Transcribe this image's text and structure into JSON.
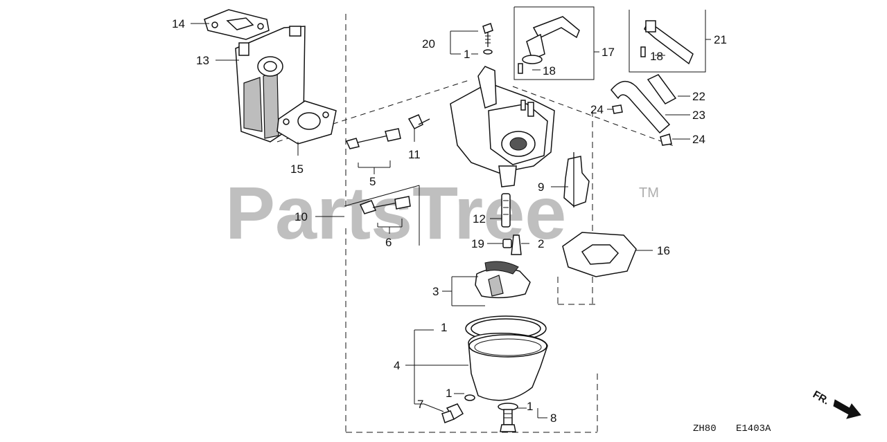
{
  "watermark": {
    "text": "PartsTree",
    "trademark": "TM"
  },
  "callouts": {
    "c14": "14",
    "c13": "13",
    "c15": "15",
    "c20": "20",
    "c1a": "1",
    "c17": "17",
    "c18a": "18",
    "c21": "21",
    "c18b": "18",
    "c22": "22",
    "c23": "23",
    "c24a": "24",
    "c24b": "24",
    "c11": "11",
    "c5": "5",
    "c9": "9",
    "c10": "10",
    "c6": "6",
    "c12": "12",
    "c19": "19",
    "c2": "2",
    "c16": "16",
    "c3": "3",
    "c1b": "1",
    "c4": "4",
    "c1c": "1",
    "c7": "7",
    "c1d": "1",
    "c8": "8"
  },
  "footer": {
    "code_left": "ZH80",
    "code_right": "E1403A",
    "direction_label": "FR."
  }
}
